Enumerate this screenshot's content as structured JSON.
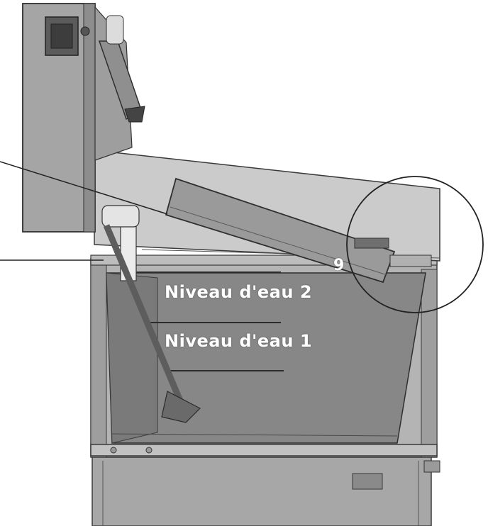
{
  "labels": {
    "water_level_2": "Niveau d'eau 2",
    "water_level_1": "Niveau d'eau 1",
    "callout_number": "9"
  },
  "colors": {
    "background": "#ffffff",
    "panel_light": "#c9c9c9",
    "panel_mid": "#9c9c9c",
    "panel_dark": "#7d7d7d",
    "basin_water": "#878787",
    "outline": "#3a3a3a",
    "label_text": "#ffffff"
  }
}
